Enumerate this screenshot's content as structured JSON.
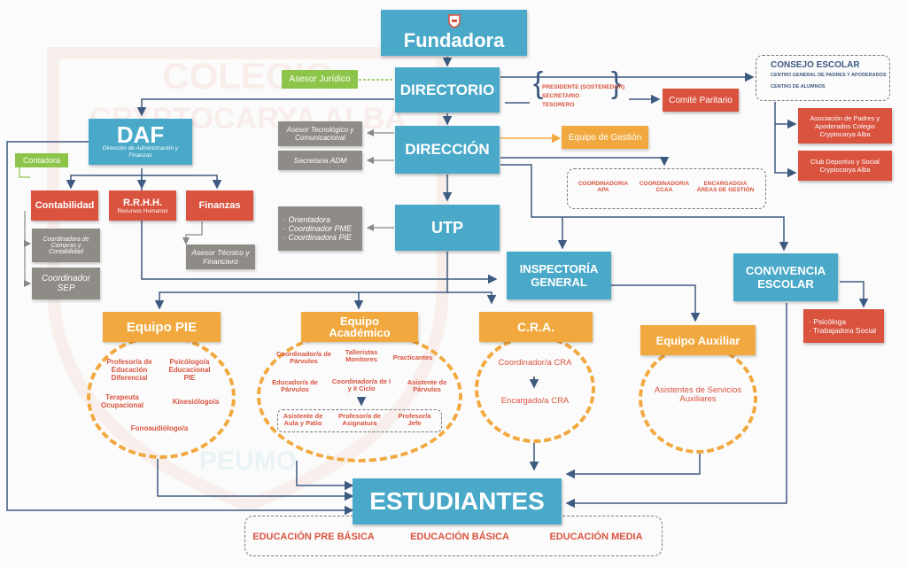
{
  "top": {
    "fundadora": "Fundadora",
    "directorio": "DIRECTORIO",
    "direccion": "DIRECCIÓN",
    "utp": "UTP",
    "asesor_juridico": "Asesor Jurídico",
    "comite_paritario": "Comité Paritario",
    "equipo_gestion": "Equipo de Gestión"
  },
  "watermark": {
    "line1": "COLEGIO",
    "line2": "CRYPTOCARYA ALBA",
    "line3": "PEUMO"
  },
  "directorio_members": [
    "PRESIDENTE (SOSTENEDOR)",
    "SECRETARIO",
    "TESORERO"
  ],
  "consejo": {
    "title": "CONSEJO ESCOLAR",
    "items": [
      "CENTRO GENERAL DE PADRES Y APODERADOS",
      "CENTRO DE ALUMNOS"
    ],
    "asociacion": "Asociación de Padres y Apoderados Colegio Cryptocarya Alba",
    "club": "Club Deportivo y Social Cryptocarya Alba"
  },
  "daf": {
    "title": "DAF",
    "subtitle": "Dirección de Administración y Finanzas",
    "contadora": "Contadora",
    "contabilidad": "Contabilidad",
    "rrhh": "R.R.H.H.",
    "rrhh_sub": "Recursos Humanos",
    "finanzas": "Finanzas",
    "coord_compras": "Coordinadora de Compras y Contabilidad",
    "coord_sep": "Coordinador SEP",
    "asesor_tecnico": "Asesor Técnico y Financiero"
  },
  "direccion_side": {
    "asesor_tec": "Asesor Tecnológico y Comunicacional",
    "secretaria": "Secretaria ADM"
  },
  "coordinadores": [
    "COORDINADOR/A APA",
    "COORDINADOR/A CCAA",
    "ENCARGADO/A ÁREAS DE GESTIÓN"
  ],
  "utp_side": [
    "· Orientadora",
    "· Coordinador PME",
    "· Coordinadora PIE"
  ],
  "inspectoria": "INSPECTORÍA GENERAL",
  "convivencia": "CONVIVENCIA ESCOLAR",
  "convivencia_staff": [
    "· Psicóloga",
    "· Trabajadora Social"
  ],
  "pie": {
    "title": "Equipo PIE",
    "items": [
      "Profesor/a de Educación Diferencial",
      "Psicólogo/a Educacional PIE",
      "Terapeuta Ocupacional",
      "Kinesiólogo/a",
      "Fonoaudiólogo/a"
    ]
  },
  "academico": {
    "title": "Equipo Académico",
    "items": [
      "Coordinador/a de Párvulos",
      "Talleristas Monitores",
      "Practicantes",
      "Educador/a de Párvulos",
      "Coordinador/a de I y II Ciclo",
      "Asistente de Párvulos"
    ],
    "sub": [
      "Asistente de Aula y Patio",
      "Profesor/a de Asignatura",
      "Profesor/a Jefe"
    ]
  },
  "cra": {
    "title": "C.R.A.",
    "items": [
      "Coordinador/a CRA",
      "Encargado/a CRA"
    ]
  },
  "auxiliar": {
    "title": "Equipo Auxiliar",
    "items": [
      "Asistentes de Servicios Auxiliares"
    ]
  },
  "estudiantes": "ESTUDIANTES",
  "niveles": [
    "EDUCACIÓN PRE BÁSICA",
    "EDUCACIÓN BÁSICA",
    "EDUCACIÓN MEDIA"
  ],
  "colors": {
    "blue": "#4aa9c9",
    "red": "#d9533f",
    "orange": "#f1a93f",
    "green": "#8cc54a",
    "gray": "#8f8b86"
  }
}
